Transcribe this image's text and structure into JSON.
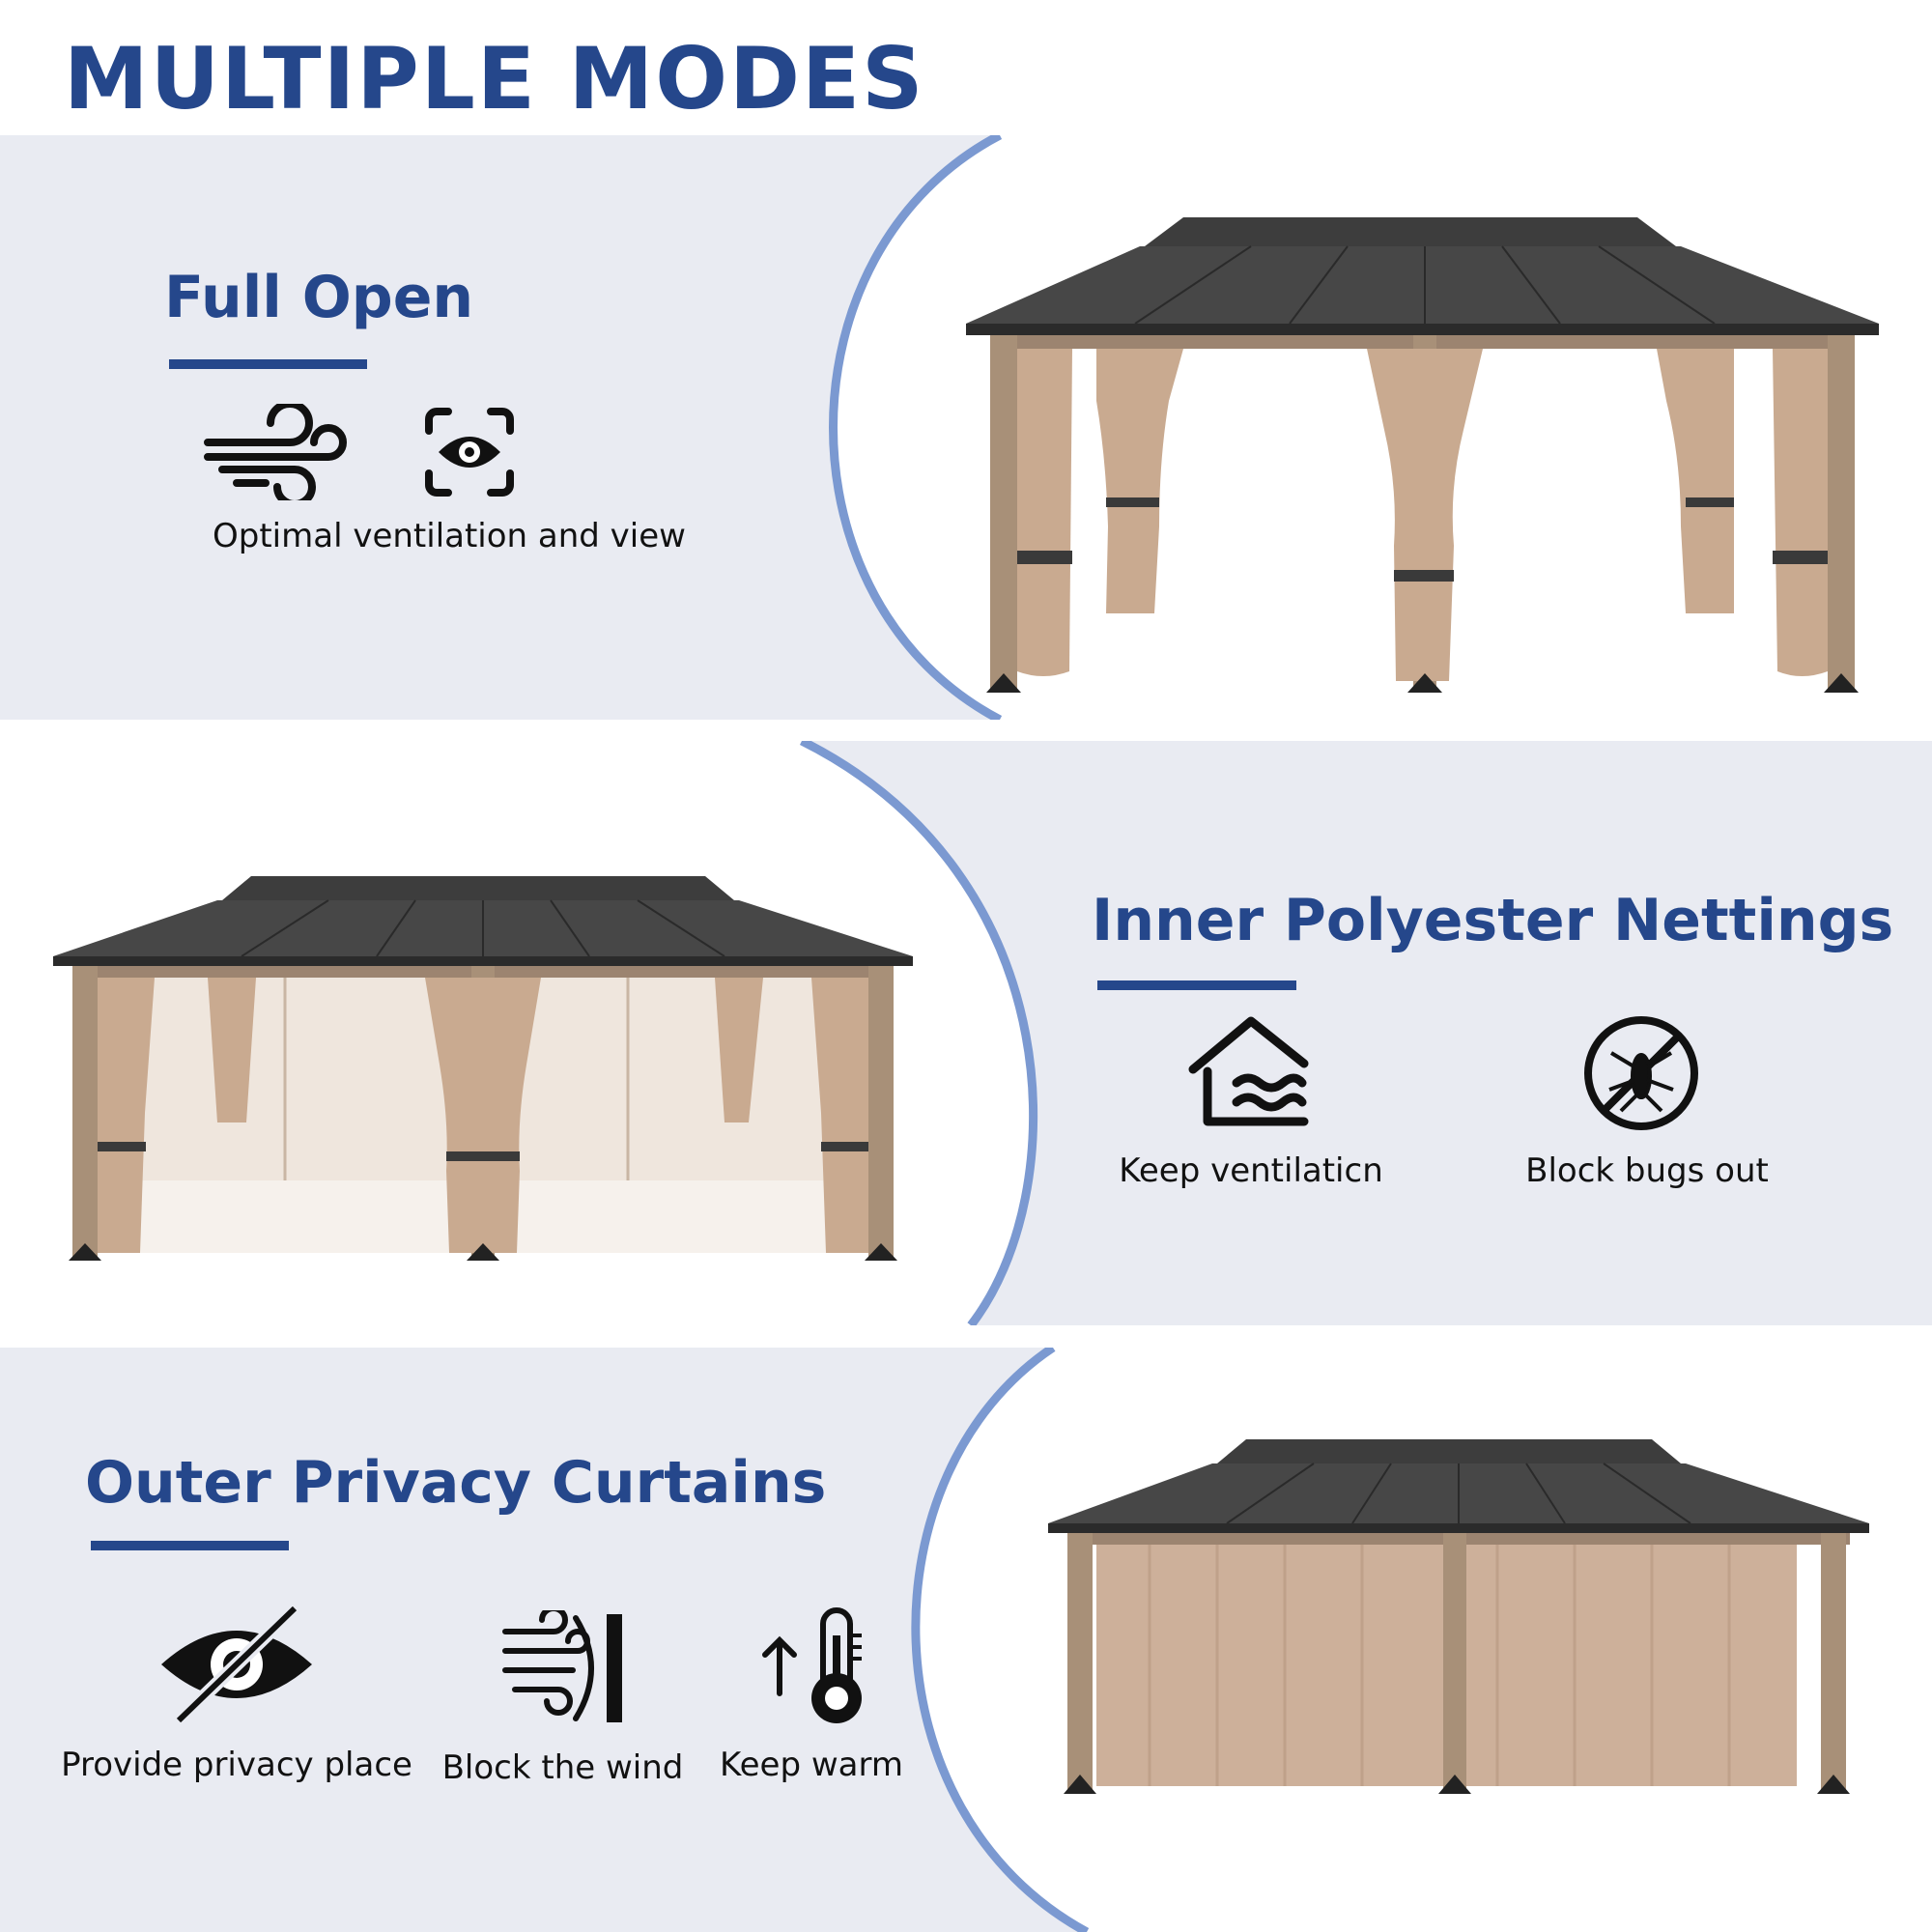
{
  "title": "MULTIPLE MODES",
  "colors": {
    "title_blue": "#25478b",
    "panel_bg": "#e9ebf2",
    "arc_blue": "#7b99d1",
    "roof": "#3a3a3a",
    "curtain": "#c9aa90",
    "post": "#a89078"
  },
  "modes": [
    {
      "heading": "Full Open",
      "features": [
        {
          "icon": "wind-icon",
          "label": ""
        },
        {
          "icon": "eye-focus-icon",
          "label": ""
        }
      ],
      "caption": "Optimal ventilation and view",
      "image": "gazebo-full-open"
    },
    {
      "heading": "Inner Polyester Nettings",
      "features": [
        {
          "icon": "house-airflow-icon",
          "label": "Keep ventilaticn"
        },
        {
          "icon": "no-mosquito-icon",
          "label": "Block bugs out"
        }
      ],
      "image": "gazebo-netting-closed"
    },
    {
      "heading": "Outer Privacy Curtains",
      "features": [
        {
          "icon": "eye-slash-icon",
          "label": "Provide privacy place"
        },
        {
          "icon": "wind-block-icon",
          "label": "Block the wind"
        },
        {
          "icon": "thermometer-icon",
          "label": "Keep warm"
        }
      ],
      "image": "gazebo-curtains-closed"
    }
  ]
}
